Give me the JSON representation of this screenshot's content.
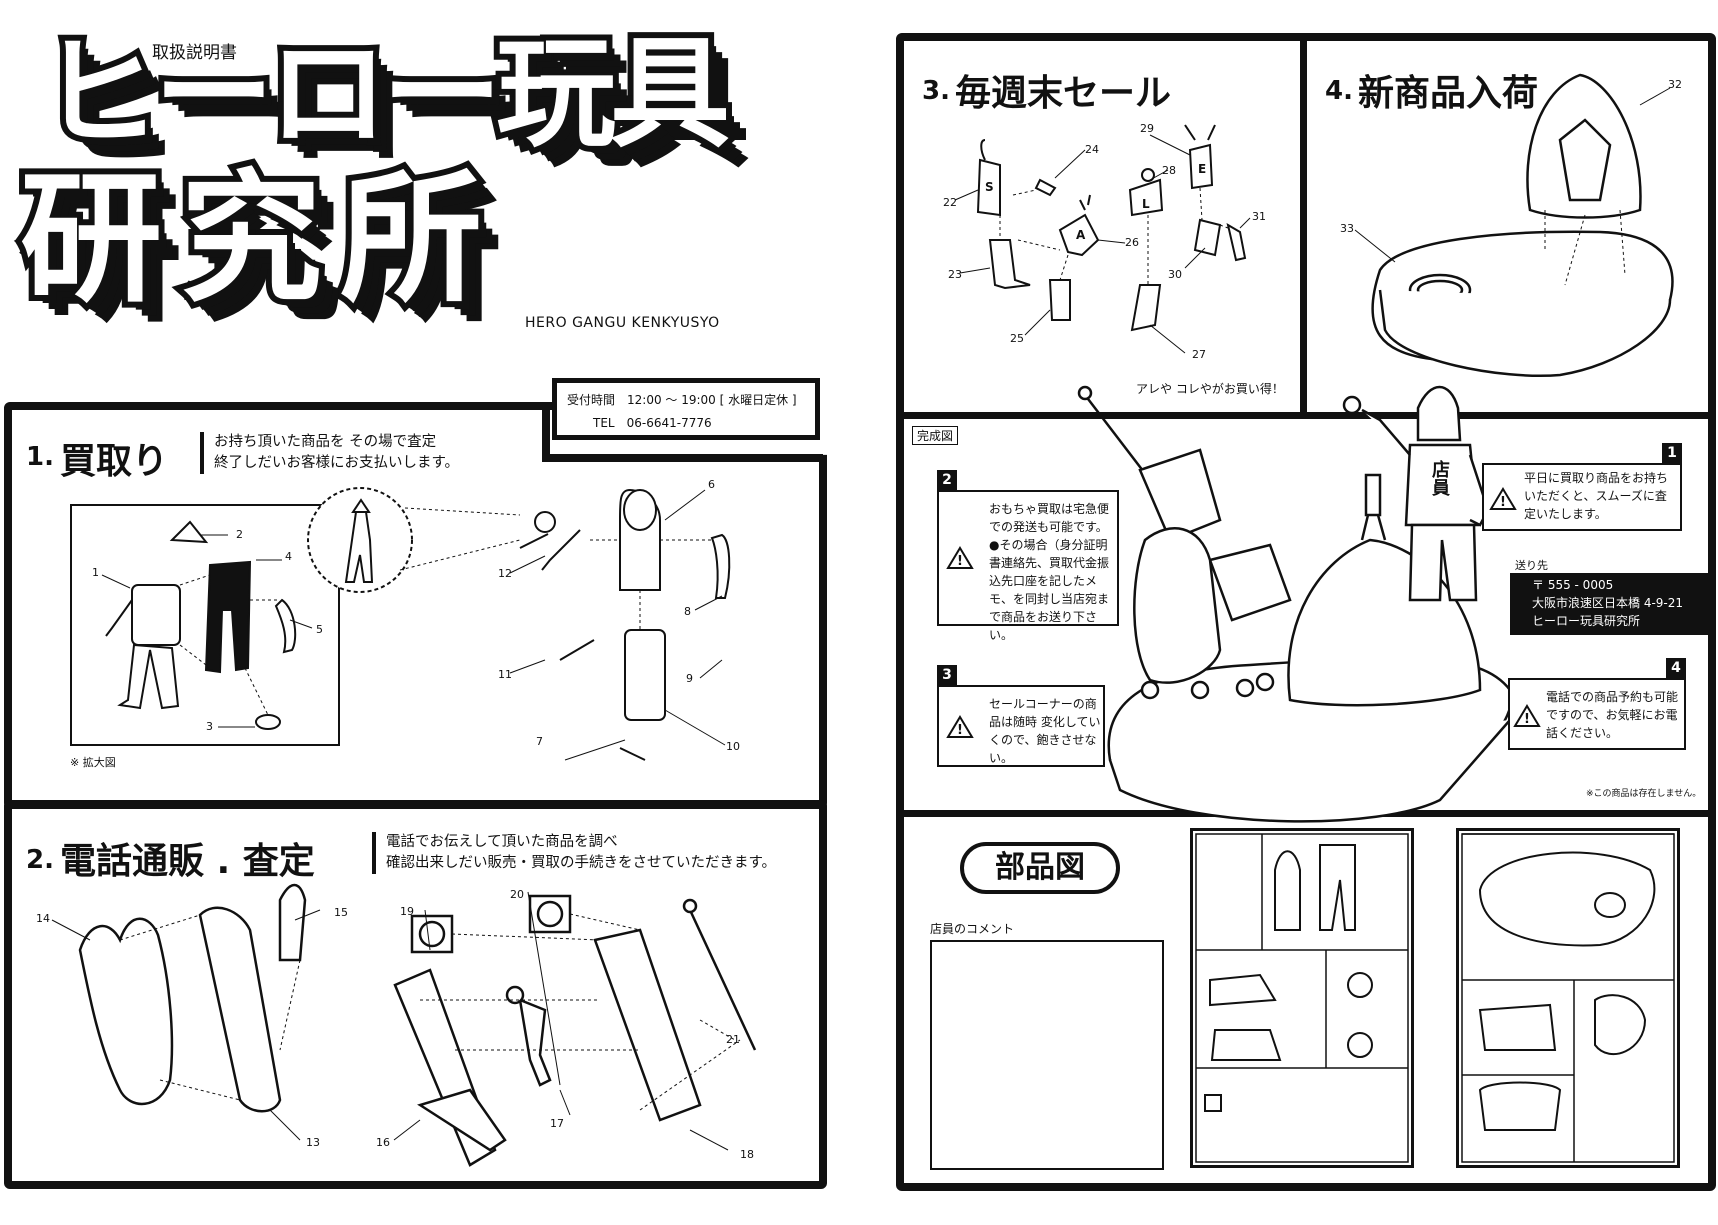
{
  "header": {
    "doc_label": "取扱説明書",
    "title_line1": "ヒーロー玩具",
    "title_line2": "研究所",
    "romaji": "HERO GANGU KENKYUSYO"
  },
  "hours": {
    "hours_text": "受付時間　12:00 ～ 19:00 [ 水曜日定休 ]",
    "tel_text": "TEL　06-6641-7776"
  },
  "section1": {
    "num": "1.",
    "title": "買取り",
    "desc_line1": "お持ち頂いた商品を その場で査定",
    "desc_line2": "終了しだいお客様にお支払いします。",
    "caption": "※ 拡大図",
    "part_numbers": [
      "1",
      "2",
      "3",
      "4",
      "5",
      "6",
      "7",
      "8",
      "9",
      "10",
      "11",
      "12"
    ]
  },
  "section2": {
    "num": "2.",
    "title": "電話通販 . 査定",
    "desc_line1": "電話でお伝えして頂いた商品を調べ",
    "desc_line2": "確認出来しだい販売・買取の手続きをさせていただきます。",
    "part_numbers": [
      "13",
      "14",
      "15",
      "16",
      "17",
      "18",
      "19",
      "20",
      "21"
    ]
  },
  "section3": {
    "num": "3.",
    "title": "毎週末セール",
    "caption": "アレや コレやがお買い得！",
    "part_numbers": [
      "22",
      "23",
      "24",
      "25",
      "26",
      "27",
      "28",
      "29",
      "30",
      "31"
    ],
    "figure_letters": [
      "S",
      "A",
      "L",
      "E"
    ]
  },
  "section4": {
    "num": "4.",
    "title": "新商品入荷",
    "part_numbers": [
      "32",
      "33"
    ]
  },
  "complete": {
    "label": "完成図",
    "figure_text": "店員",
    "note1": {
      "num": "1",
      "text": "平日に買取り商品をお持ちいただくと、スムーズに査定いたします。"
    },
    "note2": {
      "num": "2",
      "text": "おもちゃ買取は宅急便での発送も可能です。●その場合（身分証明書連絡先、買取代金振込先口座を記したメモ、を同封し当店宛まで商品をお送り下さい。"
    },
    "note3": {
      "num": "3",
      "text": "セールコーナーの商品は随時 変化していくので、飽きさせない。"
    },
    "note4": {
      "num": "4",
      "text": "電話での商品予約も可能ですので、お気軽にお電話ください。"
    },
    "ship_label": "送り先",
    "ship_line1": "〒 555 - 0005",
    "ship_line2": "大阪市浪速区日本橋 4-9-21",
    "ship_line3": "ヒーロー玩具研究所",
    "disclaimer": "※この商品は存在しません。"
  },
  "parts": {
    "title": "部品図",
    "comment_label": "店員のコメント"
  }
}
